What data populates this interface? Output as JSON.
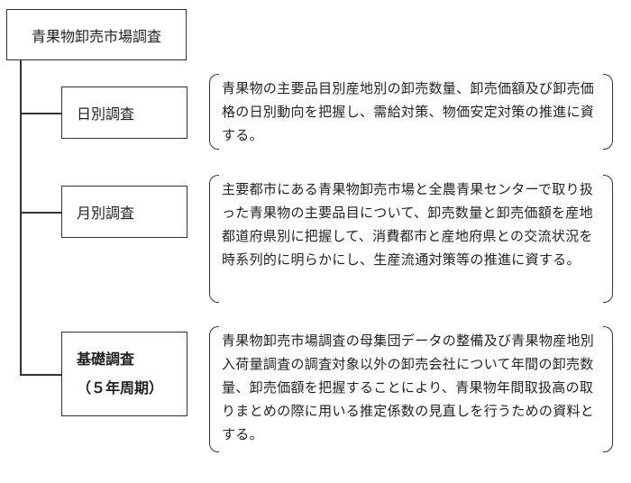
{
  "root": {
    "label": "青果物卸売市場調査"
  },
  "surveys": [
    {
      "label": "日別調査",
      "description": "青果物の主要品目別産地別の卸売数量、卸売価額及び卸売価格の日別動向を把握し、需給対策、物価安定対策の推進に資する。"
    },
    {
      "label": "月別調査",
      "description": "主要都市にある青果物卸売市場と全農青果センターで取り扱った青果物の主要品目について、卸売数量と卸売価額を産地都道府県別に把握して、消費都市と産地府県との交流状況を時系列的に明らかにし、生産流通対策等の推進に資する。"
    },
    {
      "label": "基礎調査",
      "sublabel": "（５年周期）",
      "description": "青果物卸売市場調査の母集団データの整備及び青果物産地別入荷量調査の調査対象以外の卸売会社について年間の卸売数量、卸売価額を把握することにより、青果物年間取扱高の取りまとめの際に用いる推定係数の見直しを行うための資料とする。"
    }
  ]
}
